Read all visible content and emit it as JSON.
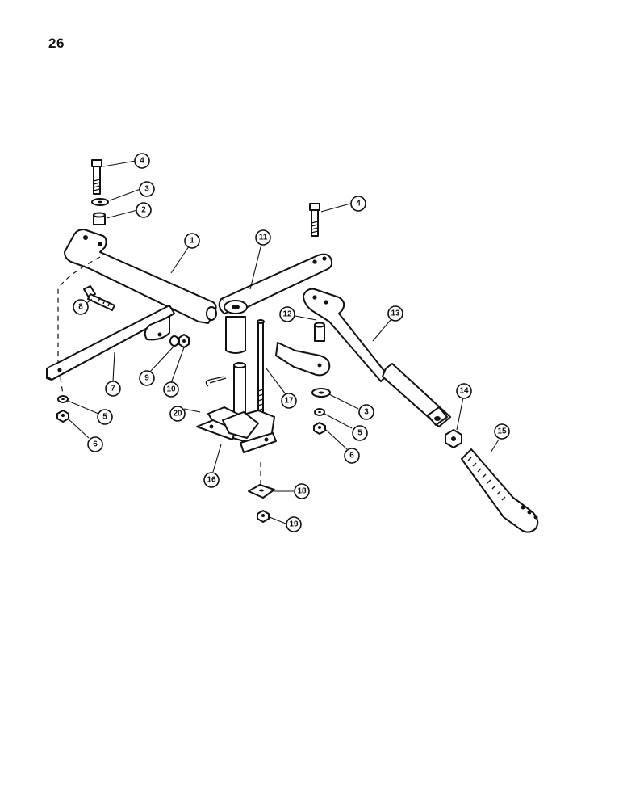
{
  "page": {
    "number": "26"
  },
  "diagram": {
    "callouts": [
      {
        "id": "c1",
        "label": "1"
      },
      {
        "id": "c2",
        "label": "2"
      },
      {
        "id": "c3a",
        "label": "3"
      },
      {
        "id": "c3b",
        "label": "3"
      },
      {
        "id": "c4a",
        "label": "4"
      },
      {
        "id": "c4b",
        "label": "4"
      },
      {
        "id": "c5a",
        "label": "5"
      },
      {
        "id": "c5b",
        "label": "5"
      },
      {
        "id": "c6a",
        "label": "6"
      },
      {
        "id": "c6b",
        "label": "6"
      },
      {
        "id": "c7",
        "label": "7"
      },
      {
        "id": "c8",
        "label": "8"
      },
      {
        "id": "c9",
        "label": "9"
      },
      {
        "id": "c10",
        "label": "10"
      },
      {
        "id": "c11",
        "label": "11"
      },
      {
        "id": "c12",
        "label": "12"
      },
      {
        "id": "c13",
        "label": "13"
      },
      {
        "id": "c14",
        "label": "14"
      },
      {
        "id": "c15",
        "label": "15"
      },
      {
        "id": "c16",
        "label": "16"
      },
      {
        "id": "c17",
        "label": "17"
      },
      {
        "id": "c18",
        "label": "18"
      },
      {
        "id": "c19",
        "label": "19"
      },
      {
        "id": "c20",
        "label": "20"
      }
    ]
  }
}
